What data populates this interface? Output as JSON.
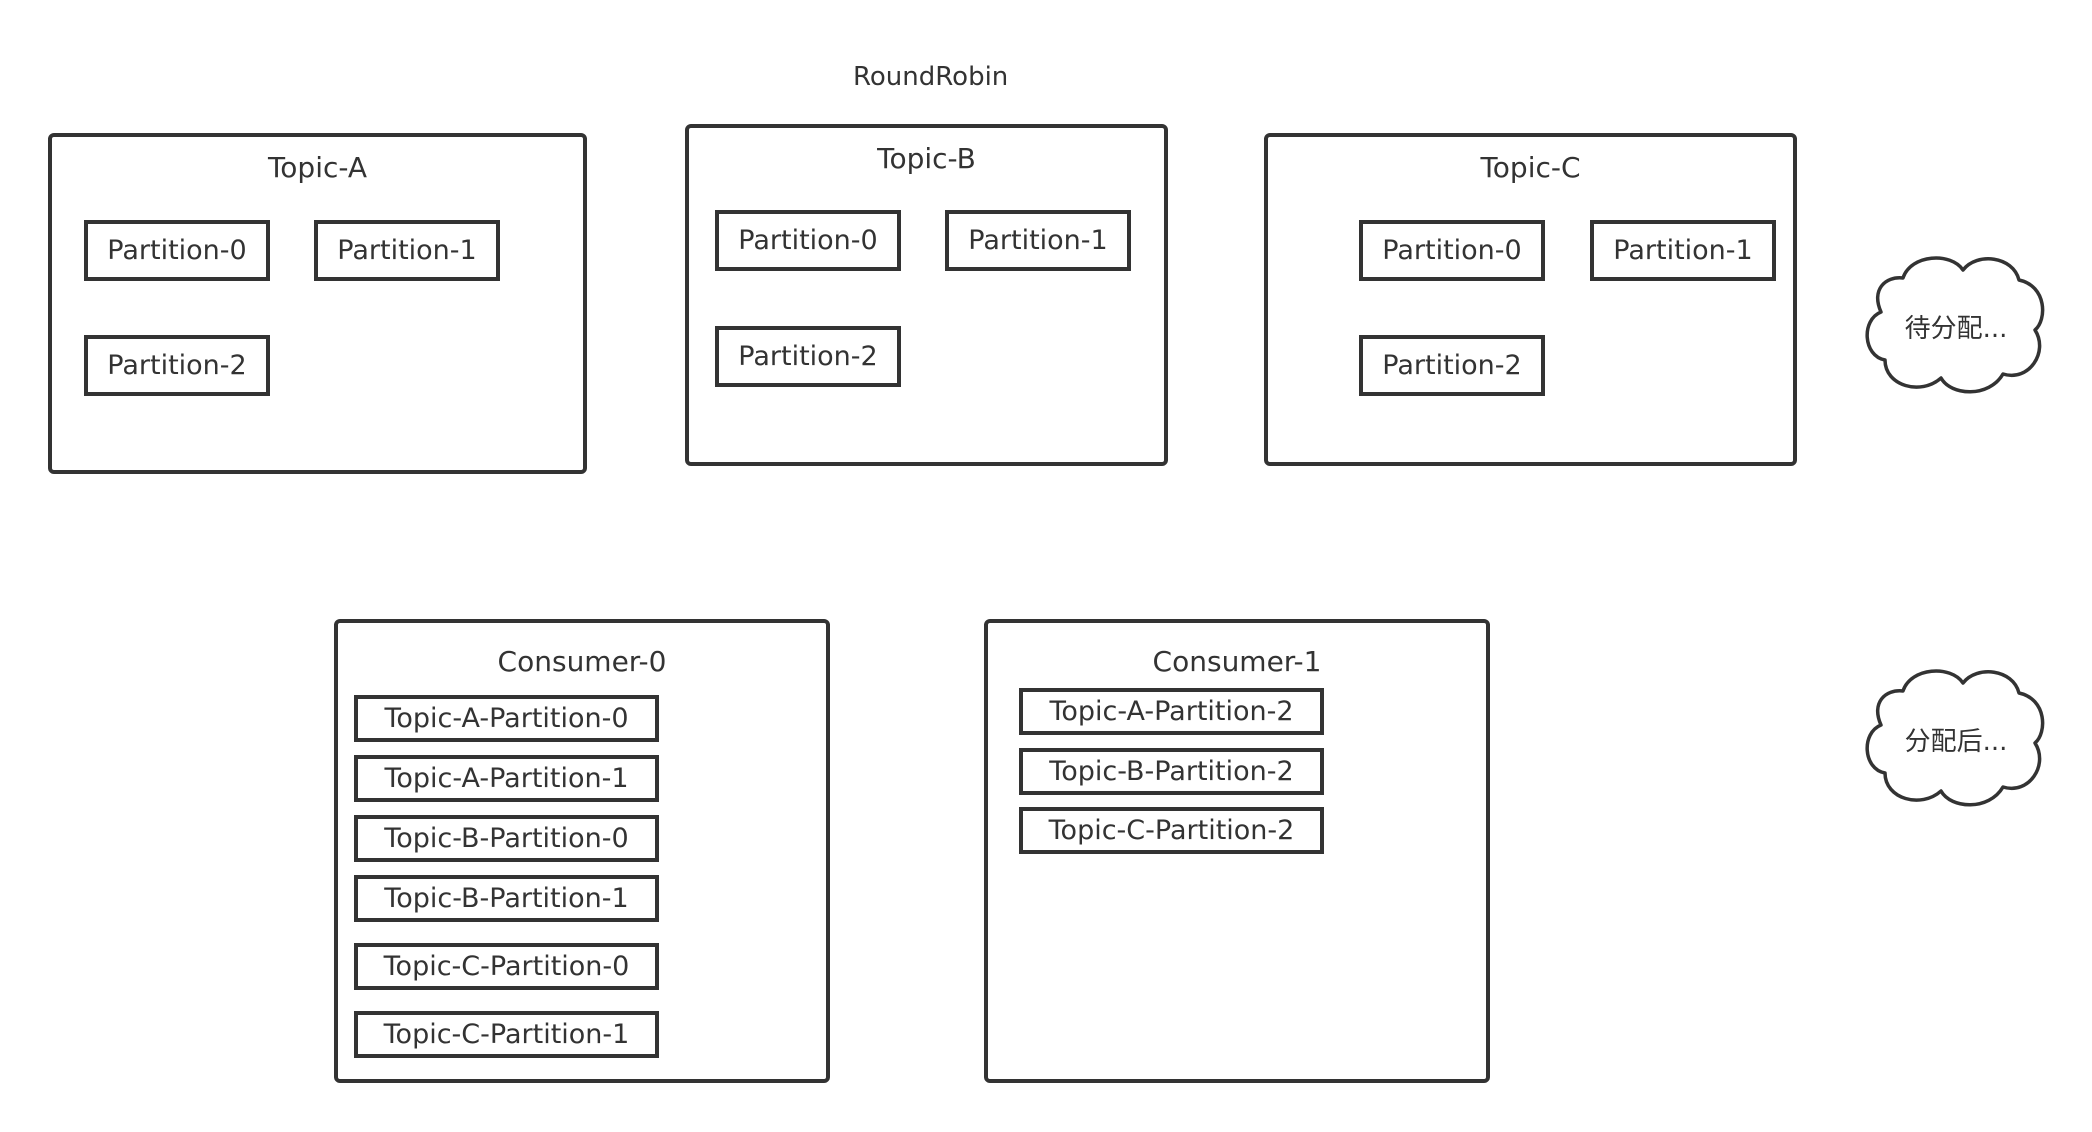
{
  "diagram": {
    "title": "RoundRobin",
    "topics": [
      {
        "name": "Topic-A",
        "partitions": [
          "Partition-0",
          "Partition-1",
          "Partition-2"
        ]
      },
      {
        "name": "Topic-B",
        "partitions": [
          "Partition-0",
          "Partition-1",
          "Partition-2"
        ]
      },
      {
        "name": "Topic-C",
        "partitions": [
          "Partition-0",
          "Partition-1",
          "Partition-2"
        ]
      }
    ],
    "consumers": [
      {
        "name": "Consumer-0",
        "assignments": [
          "Topic-A-Partition-0",
          "Topic-A-Partition-1",
          "Topic-B-Partition-0",
          "Topic-B-Partition-1",
          "Topic-C-Partition-0",
          "Topic-C-Partition-1"
        ]
      },
      {
        "name": "Consumer-1",
        "assignments": [
          "Topic-A-Partition-2",
          "Topic-B-Partition-2",
          "Topic-C-Partition-2"
        ]
      }
    ],
    "clouds": {
      "pending": "待分配...",
      "assigned": "分配后..."
    },
    "colors": {
      "stroke": "#333333",
      "text": "#333333",
      "background": "#ffffff"
    }
  }
}
